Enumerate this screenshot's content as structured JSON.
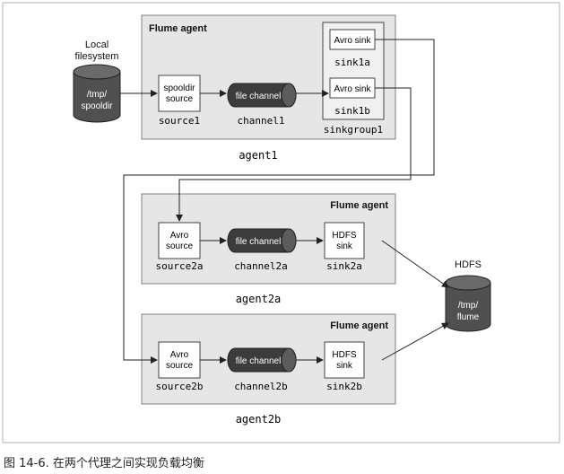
{
  "caption": "图 14-6. 在两个代理之间实现负载均衡",
  "colors": {
    "agent_fill": "#e6e6e6",
    "agent_stroke": "#808080",
    "channel_fill": "#3c3c3c",
    "cylinder_fill": "#505050",
    "line": "#222222"
  },
  "local_fs": {
    "label_line1": "Local",
    "label_line2": "filesystem",
    "text_line1": "/tmp/",
    "text_line2": "spooldir"
  },
  "agent1": {
    "title": "Flume agent",
    "name": "agent1",
    "source": {
      "line1": "spooldir",
      "line2": "source",
      "name": "source1"
    },
    "channel": {
      "text": "file channel",
      "name": "channel1"
    },
    "sink_a": {
      "text": "Avro sink",
      "name": "sink1a"
    },
    "sink_b": {
      "text": "Avro sink",
      "name": "sink1b"
    },
    "group": "sinkgroup1"
  },
  "agent2a": {
    "title": "Flume agent",
    "name": "agent2a",
    "source": {
      "line1": "Avro",
      "line2": "source",
      "name": "source2a"
    },
    "channel": {
      "text": "file channel",
      "name": "channel2a"
    },
    "sink": {
      "line1": "HDFS",
      "line2": "sink",
      "name": "sink2a"
    }
  },
  "agent2b": {
    "title": "Flume agent",
    "name": "agent2b",
    "source": {
      "line1": "Avro",
      "line2": "source",
      "name": "source2b"
    },
    "channel": {
      "text": "file channel",
      "name": "channel2b"
    },
    "sink": {
      "line1": "HDFS",
      "line2": "sink",
      "name": "sink2b"
    }
  },
  "hdfs": {
    "label": "HDFS",
    "text_line1": "/tmp/",
    "text_line2": "flume"
  }
}
